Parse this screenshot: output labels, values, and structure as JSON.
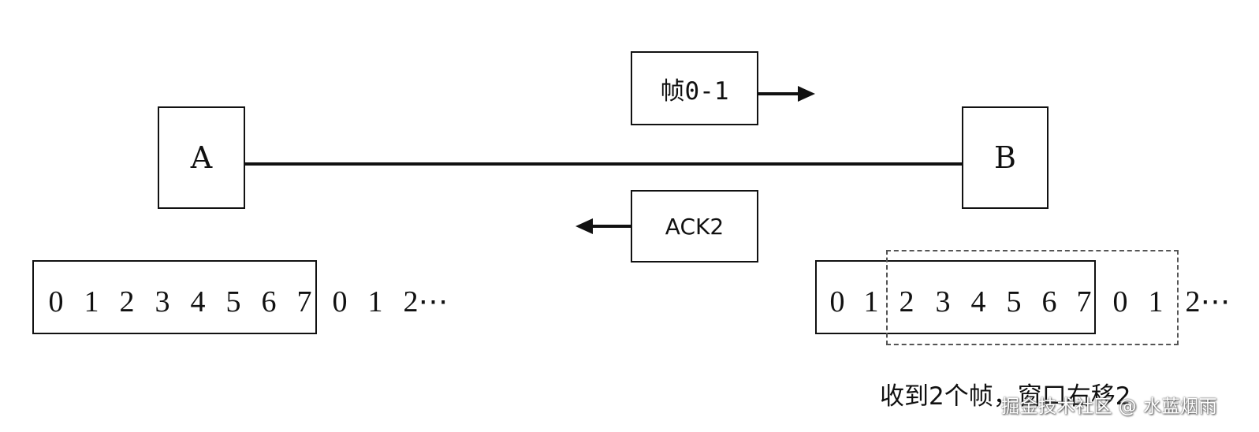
{
  "nodes": {
    "a": "A",
    "b": "B"
  },
  "frame_box": {
    "label": "帧0-1"
  },
  "ack_box": {
    "label": "ACK2"
  },
  "sender_sequence": {
    "boxed": [
      "0",
      "1",
      "2",
      "3",
      "4",
      "5",
      "6",
      "7"
    ],
    "trailing": [
      "0",
      "1",
      "2⋯"
    ]
  },
  "receiver_sequence": {
    "boxed": [
      "0",
      "1",
      "2",
      "3",
      "4",
      "5",
      "6",
      "7"
    ],
    "trailing": [
      "0",
      "1",
      "2⋯"
    ]
  },
  "caption": "收到2个帧，窗口右移2",
  "watermark": "掘金技术社区 @ 水蓝烟雨"
}
